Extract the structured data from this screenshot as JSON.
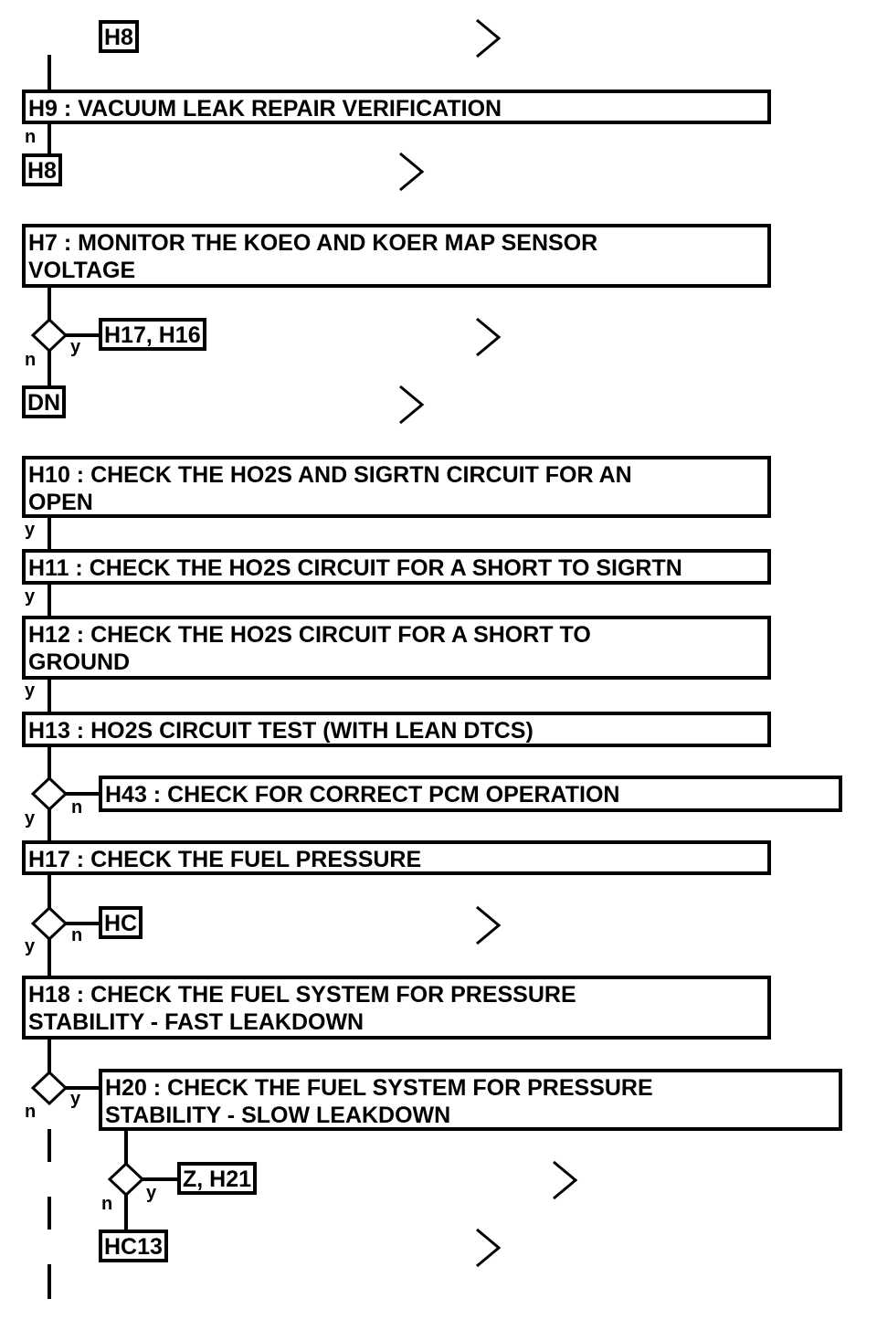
{
  "steps": {
    "h9": "H9 : VACUUM LEAK REPAIR VERIFICATION",
    "h7_l1": "H7 : MONITOR THE KOEO AND KOER MAP SENSOR",
    "h7_l2": "VOLTAGE",
    "h10_l1": "H10 : CHECK THE HO2S AND SIGRTN CIRCUIT FOR AN",
    "h10_l2": "OPEN",
    "h11": "H11 : CHECK THE HO2S CIRCUIT FOR A SHORT TO SIGRTN",
    "h12_l1": "H12 : CHECK THE HO2S CIRCUIT FOR A SHORT TO",
    "h12_l2": "GROUND",
    "h13": "H13 : HO2S CIRCUIT TEST (WITH LEAN DTCS)",
    "h43": "H43 : CHECK FOR CORRECT PCM OPERATION",
    "h17": "H17 : CHECK THE FUEL PRESSURE",
    "h18_l1": "H18 : CHECK THE FUEL SYSTEM FOR PRESSURE",
    "h18_l2": "STABILITY - FAST LEAKDOWN",
    "h20_l1": "H20 : CHECK THE FUEL SYSTEM FOR PRESSURE",
    "h20_l2": "STABILITY - SLOW LEAKDOWN"
  },
  "refs": {
    "top_h8": "H8",
    "h9_n_h8": "H8",
    "h7_y": "H17, H16",
    "h7_n": "DN",
    "h17_n": "HC",
    "h20_y": "Z, H21",
    "h20_n": "HC13"
  },
  "labels": {
    "yes": "y",
    "no": "n"
  }
}
